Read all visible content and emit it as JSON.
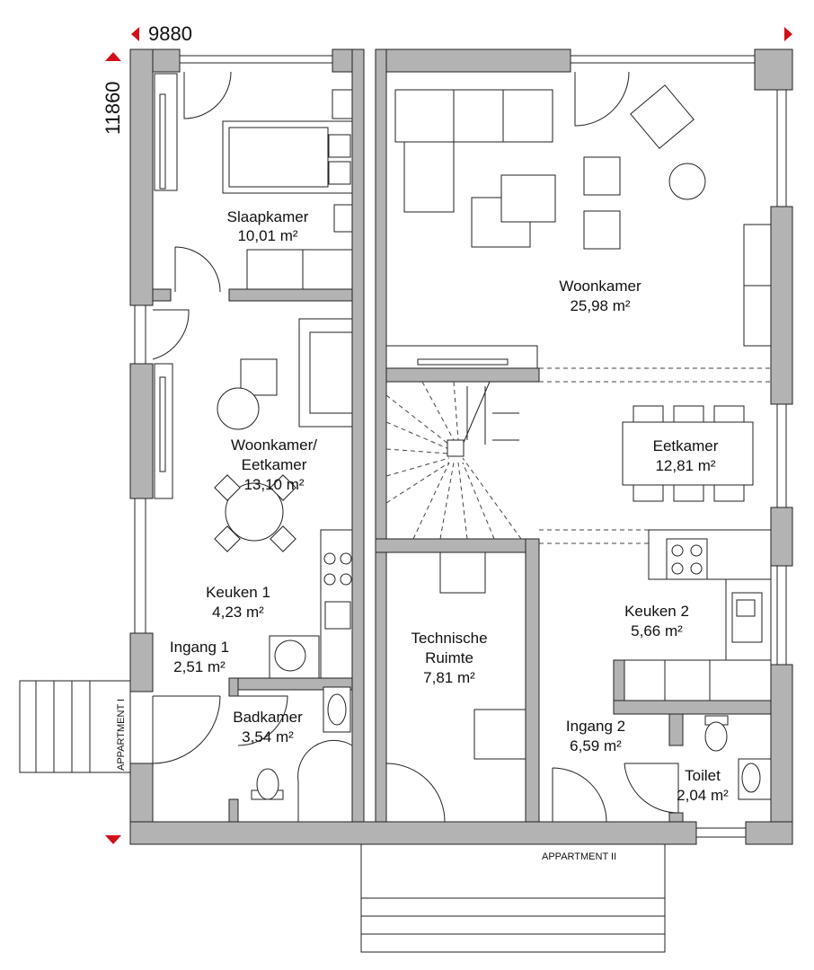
{
  "dimensions": {
    "width": "9880",
    "height": "11860"
  },
  "entrances": {
    "apartment_1": "APPARTMENT I",
    "apartment_2": "APPARTMENT II"
  },
  "rooms": [
    {
      "name": "Slaapkamer",
      "area": "10,01 m²"
    },
    {
      "name": "Woonkamer",
      "area": "25,98 m²"
    },
    {
      "name": "Woonkamer/",
      "name2": "Eetkamer",
      "area": "13,10 m²"
    },
    {
      "name": "Eetkamer",
      "area": "12,81 m²"
    },
    {
      "name": "Keuken 1",
      "area": "4,23 m²"
    },
    {
      "name": "Ingang 1",
      "area": "2,51 m²"
    },
    {
      "name": "Badkamer",
      "area": "3,54 m²"
    },
    {
      "name": "Technische",
      "name2": "Ruimte",
      "area": "7,81 m²"
    },
    {
      "name": "Keuken 2",
      "area": "5,66 m²"
    },
    {
      "name": "Ingang 2",
      "area": "6,59 m²"
    },
    {
      "name": "Toilet",
      "area": "2,04 m²"
    }
  ],
  "colors": {
    "wall": "#b3b3b3",
    "marker": "#d0101a"
  }
}
